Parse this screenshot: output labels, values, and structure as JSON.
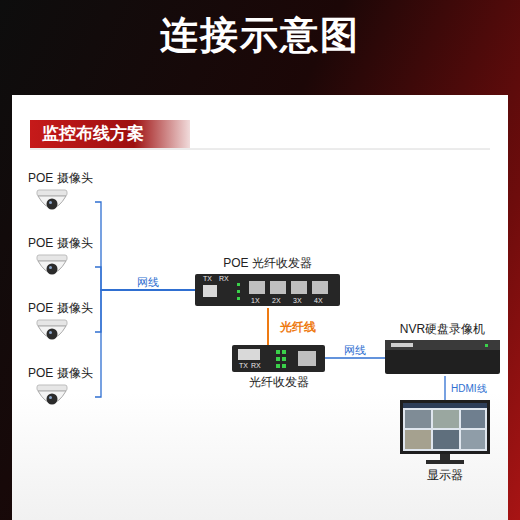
{
  "diagram": {
    "title": "连接示意图",
    "nodes": [
      {
        "text": [
          "监控布线方案"
        ]
      },
      {
        "text": [
          "POE 摄像头"
        ]
      },
      {
        "text": [
          "POE 摄像头"
        ]
      },
      {
        "text": [
          "POE 摄像头"
        ]
      },
      {
        "text": [
          "POE 摄像头"
        ]
      },
      {
        "text": [
          "POE 光纤收发器"
        ]
      },
      {
        "text": [
          "光纤收发器"
        ]
      },
      {
        "text": [
          "NVR硬盘录像机"
        ]
      },
      {
        "text": [
          "显示器"
        ]
      }
    ],
    "edges": [
      {
        "from": 1,
        "to": 5,
        "label": "网线",
        "arrow": "none"
      },
      {
        "from": 2,
        "to": 5,
        "arrow": "none"
      },
      {
        "from": 3,
        "to": 5,
        "arrow": "none"
      },
      {
        "from": 4,
        "to": 5,
        "arrow": "none"
      },
      {
        "from": 5,
        "to": 6,
        "label": "光纤线",
        "arrow": "none"
      },
      {
        "from": 6,
        "to": 7,
        "label": "网线",
        "arrow": "none"
      },
      {
        "from": 7,
        "to": 8,
        "label": "HDMI线",
        "arrow": "none"
      }
    ],
    "labels": [
      "TX",
      "RX",
      "1X",
      "2X",
      "3X",
      "4X",
      "TX",
      "RX"
    ]
  }
}
